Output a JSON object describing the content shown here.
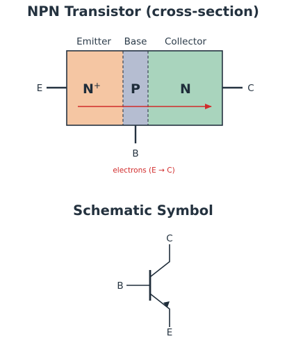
{
  "cross_section": {
    "title": "NPN Transistor (cross-section)",
    "regions": [
      {
        "key": "emitter",
        "label": "Emitter",
        "doping_main": "N",
        "doping_sup": "+",
        "fill": "#f5c6a3"
      },
      {
        "key": "base",
        "label": "Base",
        "doping_main": "P",
        "doping_sup": "",
        "fill": "#b5bdd1"
      },
      {
        "key": "collector",
        "label": "Collector",
        "doping_main": "N",
        "doping_sup": "",
        "fill": "#a9d4bd"
      }
    ],
    "terminals": {
      "emitter": "E",
      "base": "B",
      "collector": "C"
    },
    "flow_label": "electrons (E → C)",
    "flow_color": "#d12b2b",
    "outline_color": "#243240"
  },
  "schematic": {
    "title": "Schematic Symbol",
    "terminals": {
      "collector": "C",
      "base": "B",
      "emitter": "E"
    }
  }
}
